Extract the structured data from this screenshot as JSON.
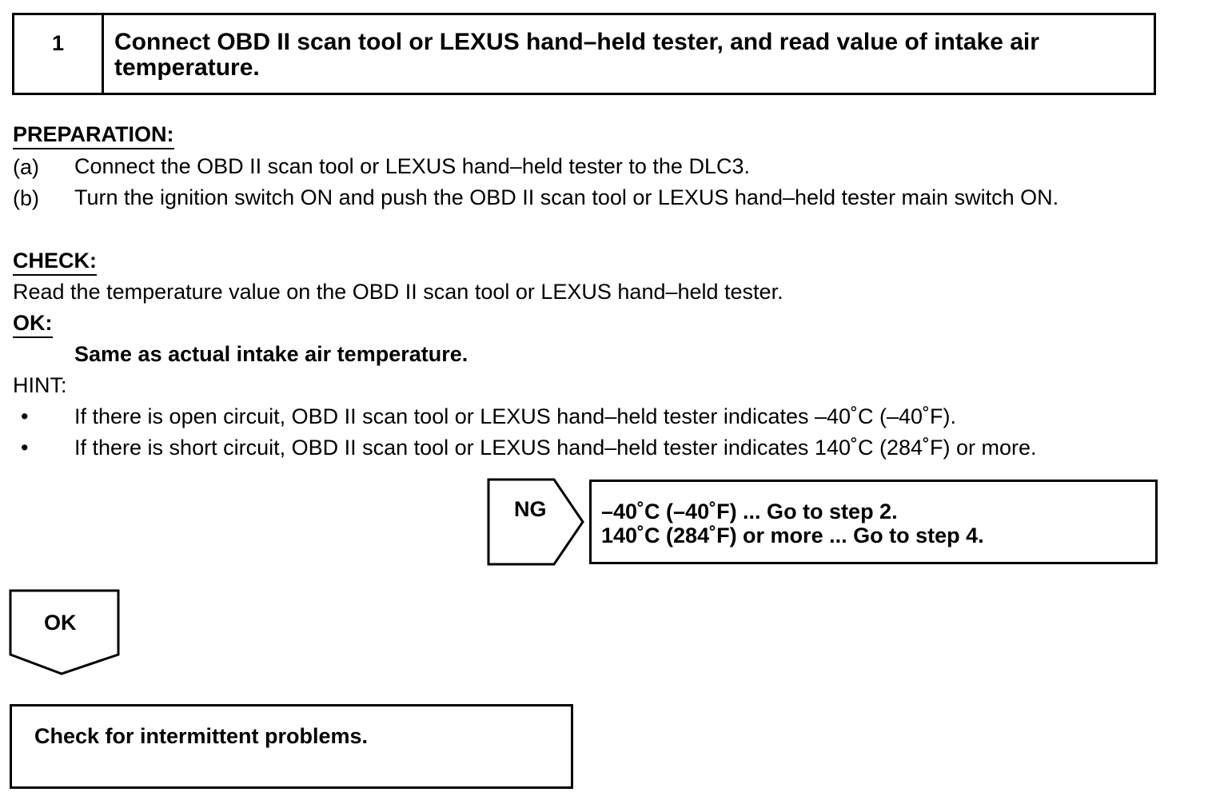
{
  "step": {
    "number": "1",
    "title": "Connect OBD II scan tool or LEXUS hand–held tester, and read value of intake air temperature."
  },
  "preparation": {
    "heading": "PREPARATION:",
    "items": [
      {
        "marker": "(a)",
        "text": "Connect the OBD II scan tool or LEXUS hand–held tester to the DLC3."
      },
      {
        "marker": "(b)",
        "text": "Turn the ignition switch ON and push the OBD II scan tool or LEXUS hand–held tester main switch ON."
      }
    ]
  },
  "check": {
    "heading": "CHECK:",
    "text": "Read the temperature value on the OBD II scan tool or LEXUS hand–held tester."
  },
  "ok_section": {
    "heading": "OK:",
    "text": "Same as actual intake air temperature."
  },
  "hint": {
    "label": "HINT:",
    "items": [
      {
        "marker": "•",
        "text": "If there is open circuit, OBD II scan tool or LEXUS hand–held tester indicates –40˚C (–40˚F)."
      },
      {
        "marker": "•",
        "text": "If there is short circuit, OBD II scan tool or LEXUS hand–held tester indicates 140˚C (284˚F) or more."
      }
    ]
  },
  "ng_branch": {
    "label": "NG",
    "lines": [
      "–40˚C (–40˚F) ... Go to step 2.",
      "140˚C (284˚F) or more ... Go to step 4."
    ]
  },
  "ok_branch": {
    "label": "OK"
  },
  "result": {
    "text": "Check for intermittent problems."
  }
}
